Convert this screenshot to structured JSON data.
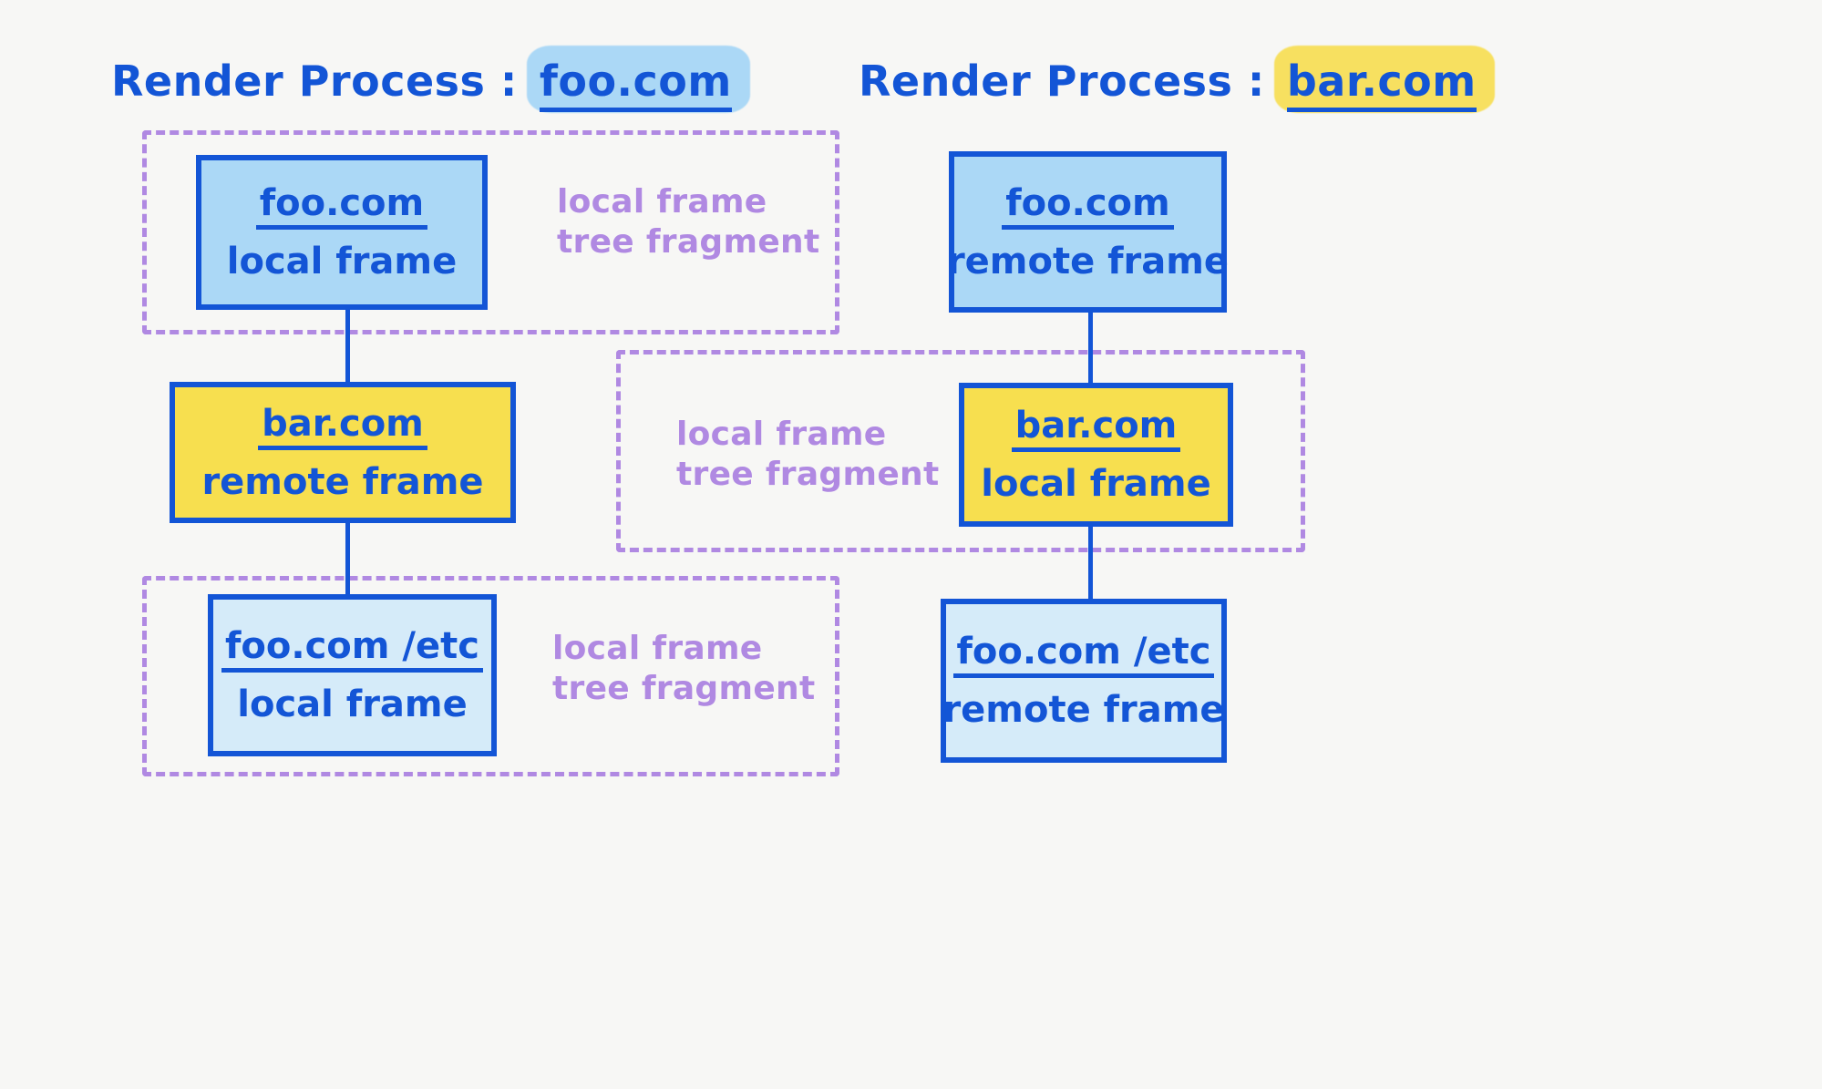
{
  "colors": {
    "ink": "#1355d6",
    "fill_blue": "#abd8f6",
    "fill_light_blue": "#d5ebf9",
    "fill_yellow": "#f7df4f",
    "purple": "#b089e2",
    "background": "#f7f7f5",
    "highlight_blue": "#abd8f6",
    "highlight_yellow": "#f7e060"
  },
  "columns": [
    {
      "id": "left",
      "heading_lead": "Render Process :",
      "heading_target": "foo.com",
      "heading_highlight": "blue",
      "nodes": [
        {
          "id": "left-1",
          "origin": "foo.com",
          "kind": "local frame",
          "fill": "blue"
        },
        {
          "id": "left-2",
          "origin": "bar.com",
          "kind": "remote frame",
          "fill": "yellow"
        },
        {
          "id": "left-3",
          "origin": "foo.com /etc",
          "kind": "local frame",
          "fill": "light_blue"
        }
      ],
      "fragments": [
        {
          "id": "left-frag-top",
          "label": "local frame\ntree fragment"
        },
        {
          "id": "left-frag-bottom",
          "label": "local frame\ntree fragment"
        }
      ]
    },
    {
      "id": "right",
      "heading_lead": "Render Process :",
      "heading_target": "bar.com",
      "heading_highlight": "yellow",
      "nodes": [
        {
          "id": "right-1",
          "origin": "foo.com",
          "kind": "remote frame",
          "fill": "blue"
        },
        {
          "id": "right-2",
          "origin": "bar.com",
          "kind": "local frame",
          "fill": "yellow"
        },
        {
          "id": "right-3",
          "origin": "foo.com /etc",
          "kind": "remote frame",
          "fill": "light_blue"
        }
      ],
      "fragments": [
        {
          "id": "right-frag-middle",
          "label": "local frame\ntree fragment"
        }
      ]
    }
  ]
}
